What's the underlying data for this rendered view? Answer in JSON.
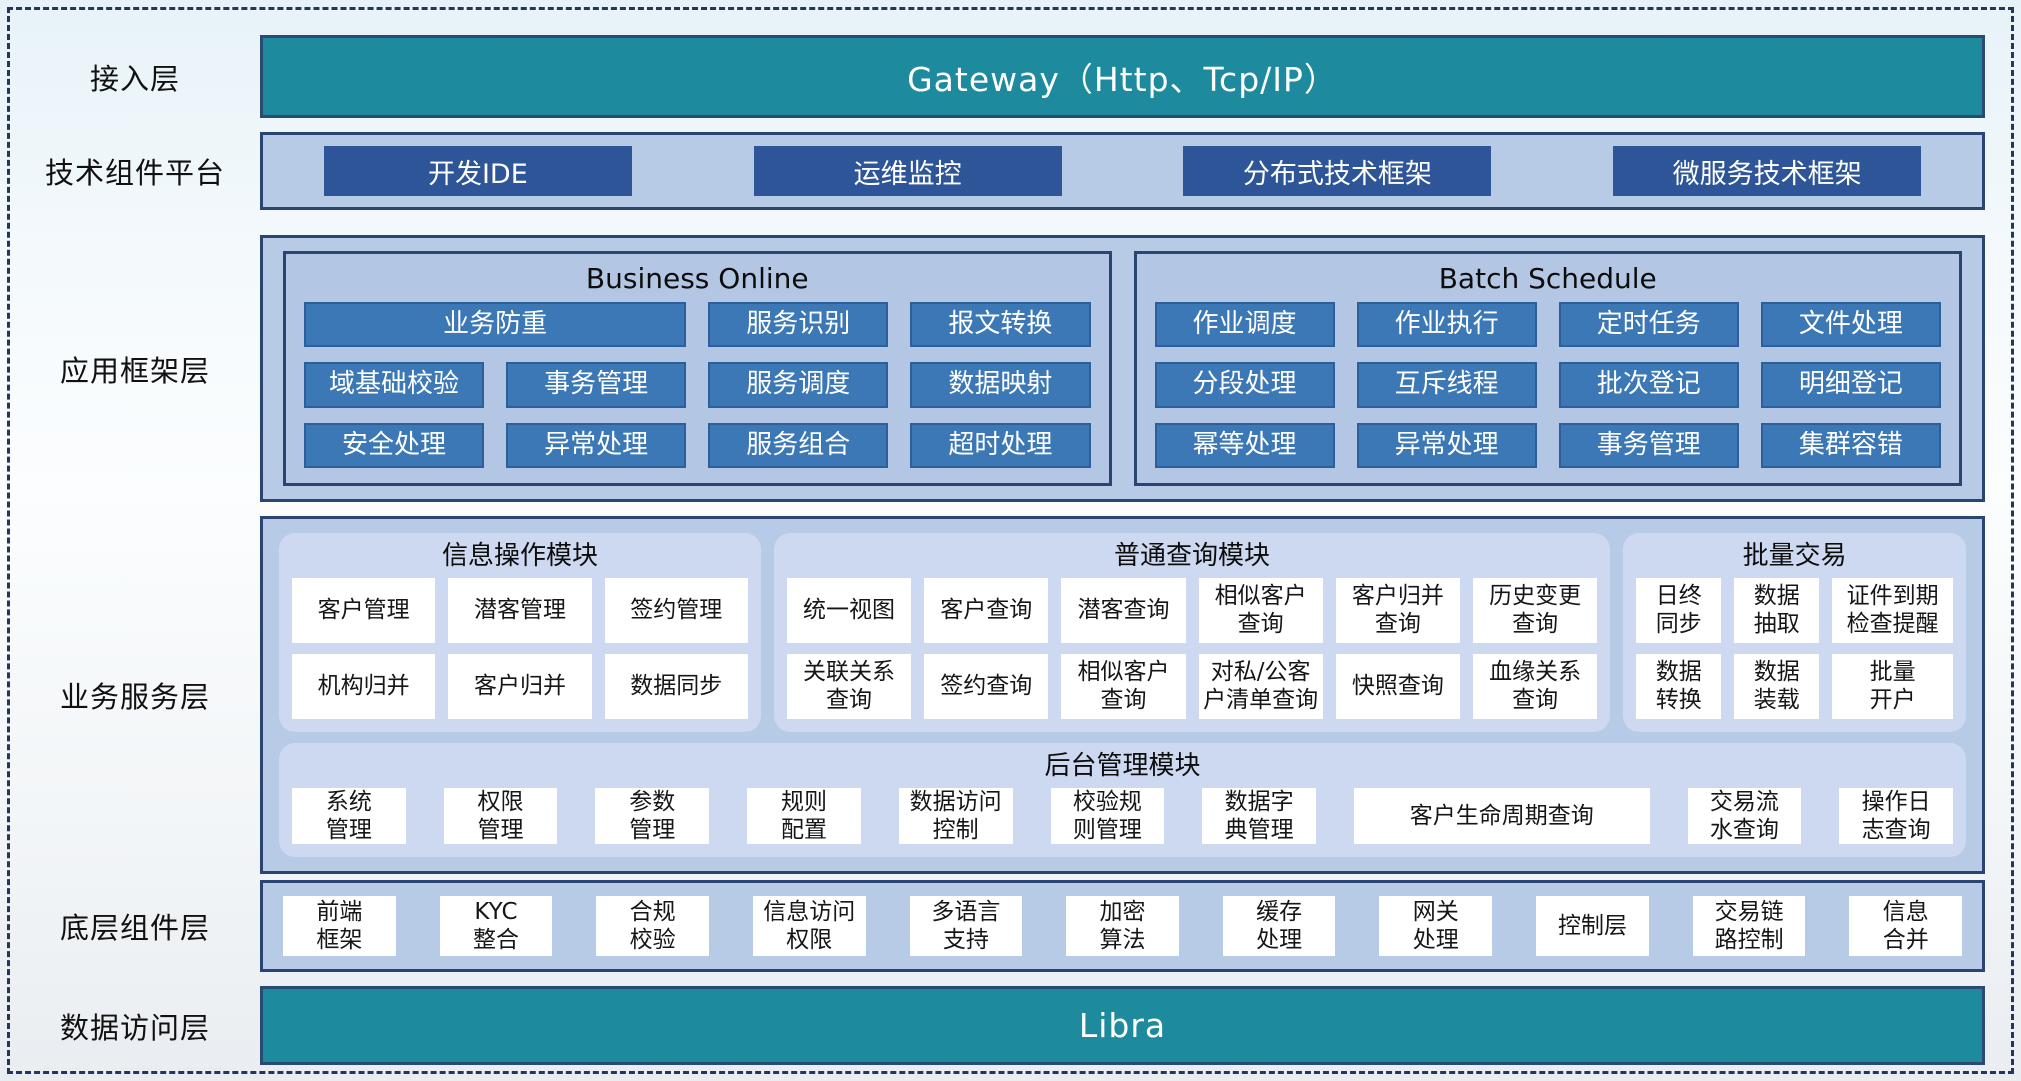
{
  "colors": {
    "teal_bar": "#1d8a9e",
    "navy_button": "#2e5597",
    "steel_button": "#3b78b5",
    "container_blue": "#b7cae6",
    "panel_lavender": "#cdd9f1",
    "border_navy": "#2a4572",
    "dashed_border": "#24365e"
  },
  "layers": {
    "access": {
      "label": "接入层",
      "bar_text": "Gateway（Http、Tcp/IP）"
    },
    "tech_platform": {
      "label": "技术组件平台",
      "buttons": [
        "开发IDE",
        "运维监控",
        "分布式技术框架",
        "微服务技术框架"
      ]
    },
    "app_framework": {
      "label": "应用框架层",
      "business_online": {
        "title": "Business Online",
        "buttons": [
          {
            "label": "业务防重",
            "wide": true
          },
          "服务识别",
          "报文转换",
          "域基础校验",
          "事务管理",
          "服务调度",
          "数据映射",
          "安全处理",
          "异常处理",
          "服务组合",
          "超时处理"
        ]
      },
      "batch_schedule": {
        "title": "Batch Schedule",
        "buttons": [
          "作业调度",
          "作业执行",
          "定时任务",
          "文件处理",
          "分段处理",
          "互斥线程",
          "批次登记",
          "明细登记",
          "幂等处理",
          "异常处理",
          "事务管理",
          "集群容错"
        ]
      }
    },
    "business_service": {
      "label": "业务服务层",
      "info_module": {
        "title": "信息操作模块",
        "cards": [
          "客户管理",
          "潜客管理",
          "签约管理",
          "机构归并",
          "客户归并",
          "数据同步"
        ]
      },
      "query_module": {
        "title": "普通查询模块",
        "cards": [
          "统一视图",
          "客户查询",
          "潜客查询",
          "相似客户\n查询",
          "客户归并\n查询",
          "历史变更\n查询",
          "关联关系\n查询",
          "签约查询",
          "相似客户\n查询",
          "对私/公客\n户清单查询",
          "快照查询",
          "血缘关系\n查询"
        ]
      },
      "batch_module": {
        "title": "批量交易",
        "cards": [
          "日终\n同步",
          "数据\n抽取",
          "证件到期\n检查提醒",
          "数据\n转换",
          "数据\n装载",
          "批量\n开户"
        ]
      },
      "admin_module": {
        "title": "后台管理模块",
        "cards": [
          "系统\n管理",
          "权限\n管理",
          "参数\n管理",
          "规则\n配置",
          "数据访问\n控制",
          "校验规\n则管理",
          "数据字\n典管理",
          {
            "label": "客户生命周期查询",
            "wide": true
          },
          "交易流\n水查询",
          "操作日\n志查询"
        ]
      }
    },
    "base_components": {
      "label": "底层组件层",
      "cards": [
        "前端\n框架",
        "KYC\n整合",
        "合规\n校验",
        "信息访问\n权限",
        "多语言\n支持",
        "加密\n算法",
        "缓存\n处理",
        "网关\n处理",
        "控制层",
        "交易链\n路控制",
        "信息\n合并"
      ]
    },
    "data_access": {
      "label": "数据访问层",
      "bar_text": "Libra"
    }
  }
}
